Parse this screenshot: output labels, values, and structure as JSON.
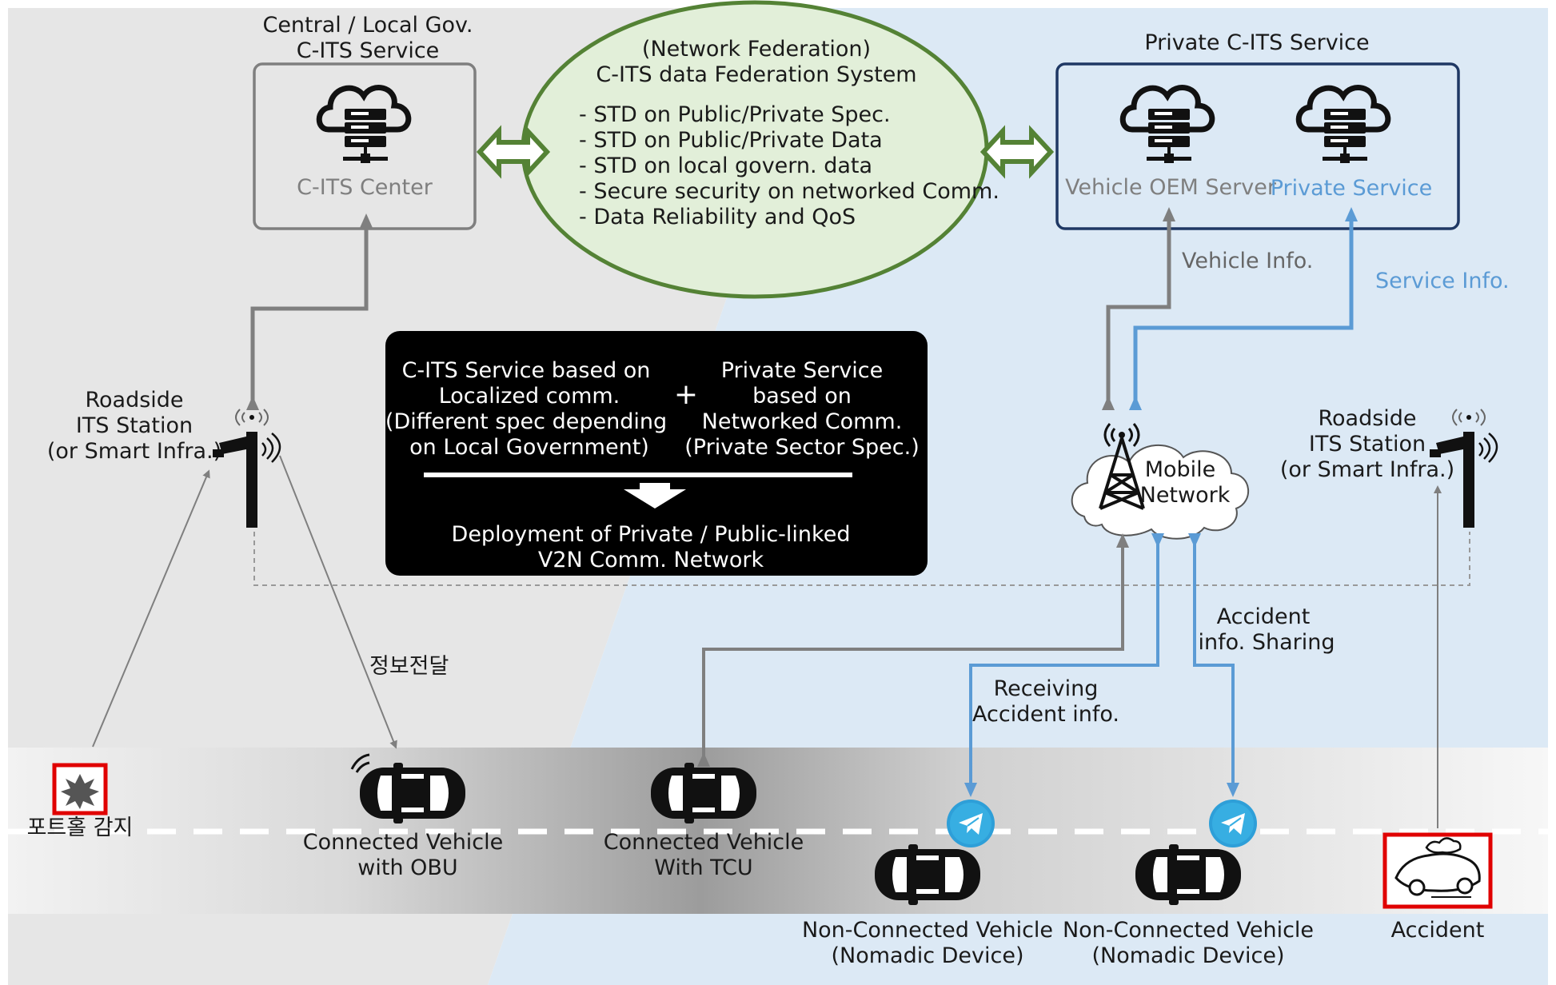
{
  "colors": {
    "accent_blue": "#5b9bd5",
    "dark_blue": "#1f3864",
    "green": "#548235",
    "ellipse_fill": "#e2efd9",
    "gray": "#7f7f7f",
    "red": "#e00000",
    "black_box": "#000000",
    "bg_left": "#e6e6e6",
    "bg_right": "#dce9f5"
  },
  "central": {
    "title": [
      "Central / Local Gov.",
      "C-ITS Service"
    ],
    "center_label": "C-ITS Center"
  },
  "federation": {
    "title": [
      "(Network Federation)",
      "C-ITS data Federation System"
    ],
    "bullets": [
      "- STD on Public/Private Spec.",
      "- STD on Public/Private Data",
      "- STD on local govern. data",
      "- Secure security on networked Comm.",
      "- Data Reliability and QoS"
    ]
  },
  "private": {
    "title": "Private C-ITS Service",
    "oem_label": "Vehicle OEM Server",
    "service_label": "Private Service"
  },
  "flows": {
    "vehicle_info": "Vehicle Info.",
    "service_info": "Service Info.",
    "accident_sharing": [
      "Accident",
      "info. Sharing"
    ],
    "receiving": [
      "Receiving",
      "Accident info."
    ],
    "info_transfer": "정보전달"
  },
  "blackbox": {
    "left": [
      "C-ITS Service based on",
      "Localized comm.",
      "(Different spec depending",
      "on Local Government)"
    ],
    "plus": "+",
    "right": [
      "Private Service",
      "based on",
      "Networked Comm.",
      "(Private Sector Spec.)"
    ],
    "bottom": [
      "Deployment of Private / Public-linked",
      "V2N Comm. Network"
    ]
  },
  "roadside_left": [
    "Roadside",
    "ITS Station",
    "(or Smart Infra.)"
  ],
  "roadside_right": [
    "Roadside",
    "ITS Station",
    "(or Smart Infra.)"
  ],
  "mobile": [
    "Mobile",
    "Network"
  ],
  "vehicles": {
    "pothole": "포트홀 감지",
    "obu": [
      "Connected Vehicle",
      "with OBU"
    ],
    "tcu": [
      "Connected Vehicle",
      "With TCU"
    ],
    "nomadic1": [
      "Non-Connected Vehicle",
      "(Nomadic Device)"
    ],
    "nomadic2": [
      "Non-Connected Vehicle",
      "(Nomadic Device)"
    ],
    "accident": "Accident"
  }
}
